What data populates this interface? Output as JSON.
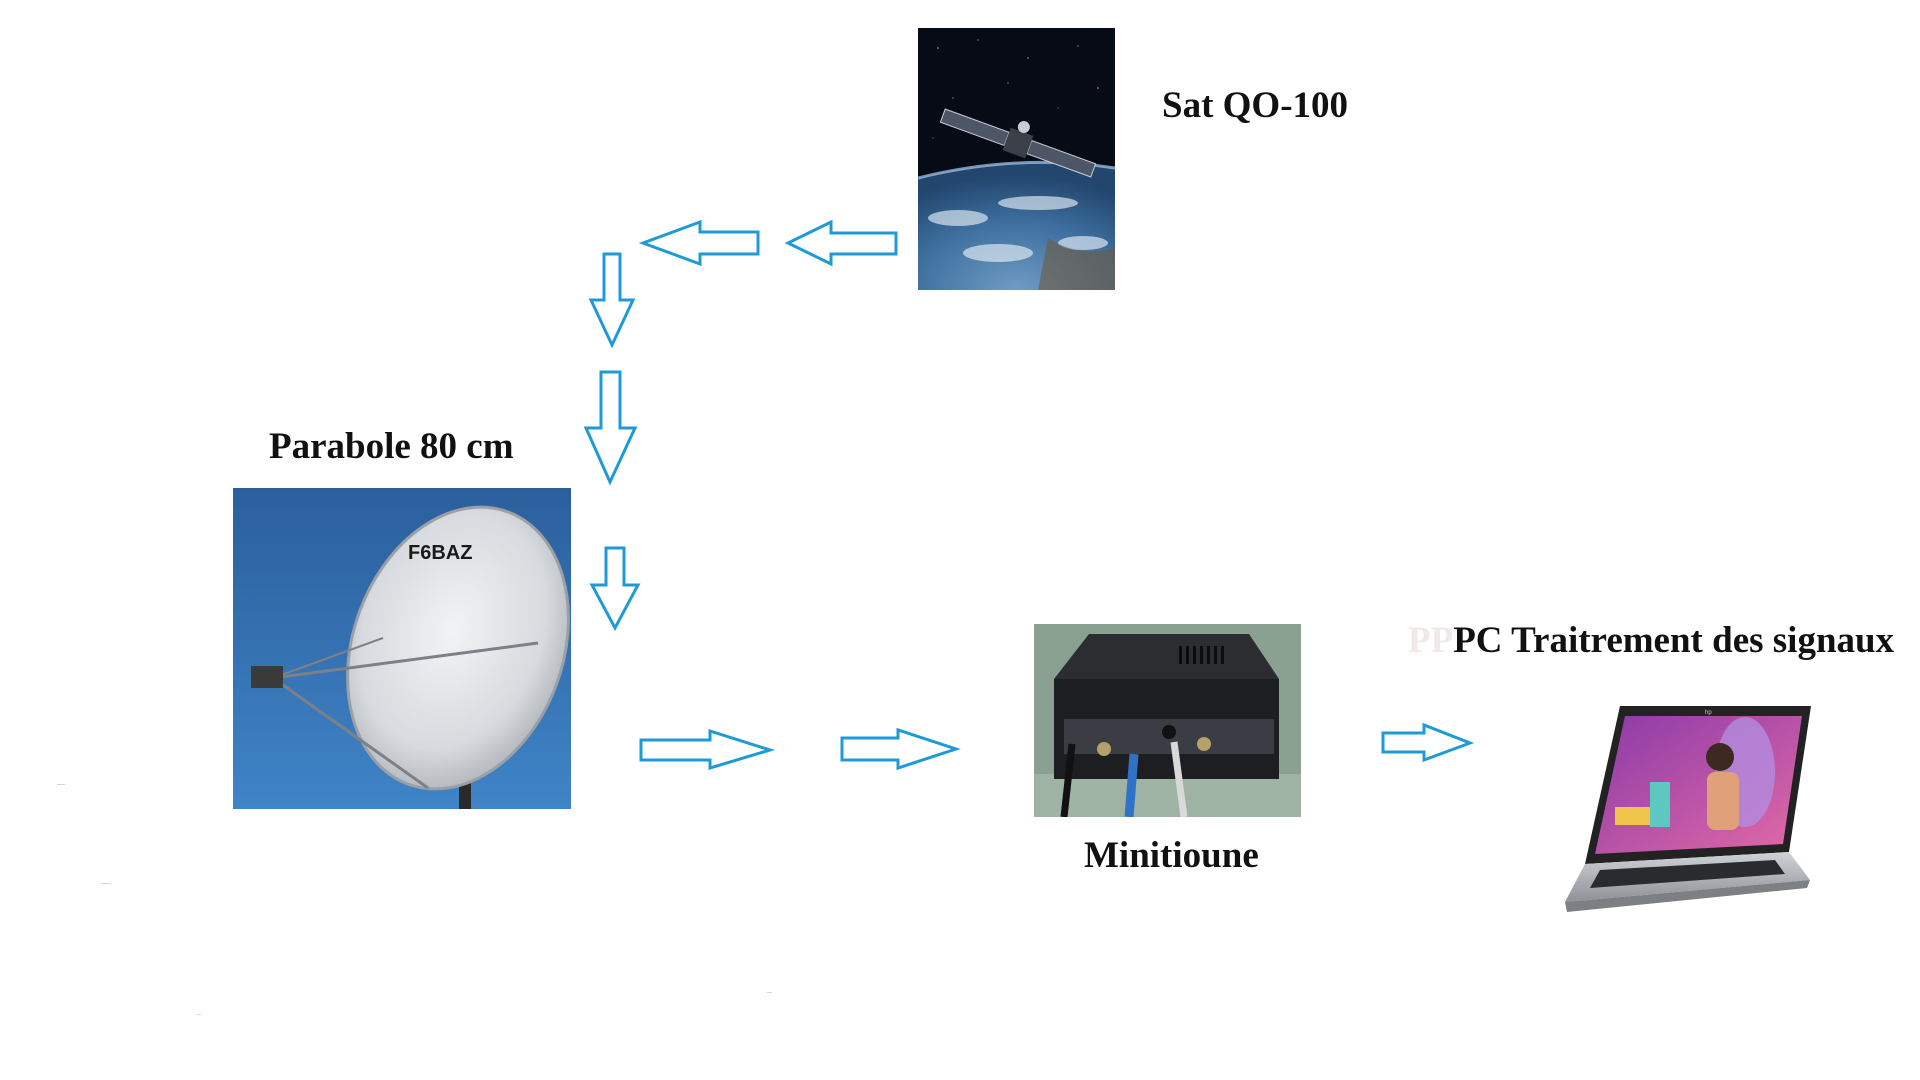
{
  "labels": {
    "satellite": "Sat QO-100",
    "dish": "Parabole 80 cm",
    "dish_mark": "F6BAZ",
    "receiver": "Minitioune",
    "pc_ghost": "PP",
    "pc": "PC Traitrement des signaux"
  },
  "icons": {
    "satellite": "satellite-photo",
    "dish": "dish-photo",
    "receiver": "receiver-photo",
    "pc": "laptop-photo",
    "arrow": "hollow-arrow"
  },
  "colors": {
    "arrow": "#1e9ad6",
    "sky": "#2e6db0",
    "space": "#0a0f1c"
  }
}
